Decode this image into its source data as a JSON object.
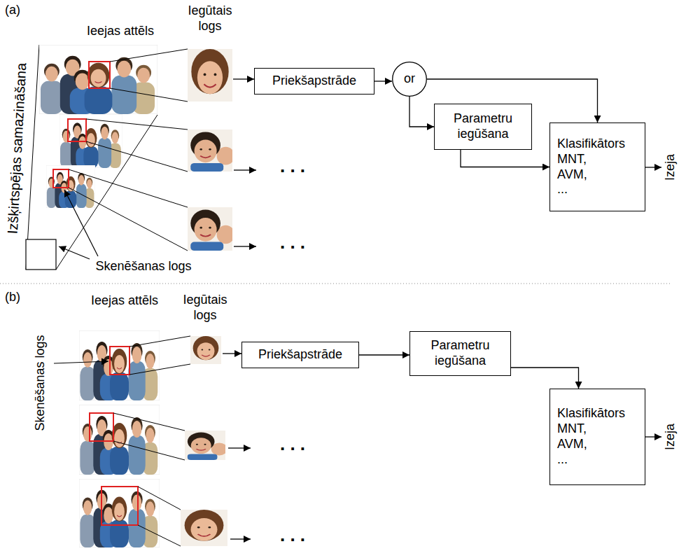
{
  "diagram": {
    "nodes": [
      {
        "text": [
          "Priekšapstrāde"
        ]
      },
      {
        "text": [
          "or"
        ]
      },
      {
        "text": [
          "Parametru iegūšana"
        ]
      },
      {
        "text": [
          "Klasifikātors MNT, AVM, ..."
        ]
      },
      {
        "text": [
          "Priekšapstrāde"
        ]
      },
      {
        "text": [
          "Parametru iegūšana"
        ]
      },
      {
        "text": [
          "Klasifikātors MNT, AVM, ..."
        ]
      }
    ],
    "edges": [
      {
        "from": 0,
        "to": 1,
        "arrow": "to"
      },
      {
        "from": 1,
        "to": 2,
        "arrow": "to"
      },
      {
        "from": 1,
        "to": 3,
        "arrow": "to"
      },
      {
        "from": 2,
        "to": 3,
        "arrow": "to"
      },
      {
        "from": 4,
        "to": 5,
        "arrow": "to"
      },
      {
        "from": 5,
        "to": 6,
        "arrow": "to"
      }
    ],
    "labels": [
      "(a)",
      "Ieejas attēls",
      "Iegūtais logs",
      "Izšķirtspējas samazināšana",
      "Skenēšanas logs",
      ". . .",
      ". . .",
      "Izeja",
      "(b)",
      "Ieejas attēls",
      "Iegūtais logs",
      "Skenēšanas logs",
      ". . .",
      ". . .",
      "Izeja"
    ]
  }
}
